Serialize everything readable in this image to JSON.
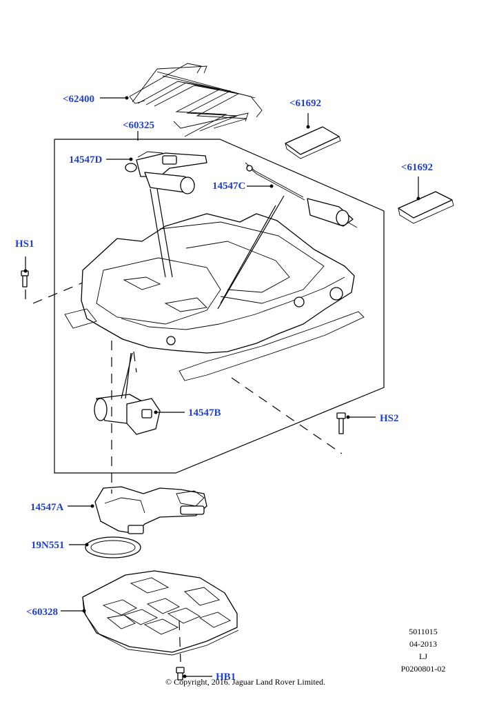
{
  "callouts": {
    "c62400": "<62400",
    "c60325": "<60325",
    "c61692a": "<61692",
    "c61692b": "<61692",
    "c14547D": "14547D",
    "c14547C": "14547C",
    "cHS1": "HS1",
    "c14547B": "14547B",
    "cHS2": "HS2",
    "c14547A": "14547A",
    "c19N551": "19N551",
    "c60328": "<60328",
    "cHB1": "HB1"
  },
  "meta": {
    "line1": "5011015",
    "line2": "04-2013",
    "line3": "LJ",
    "line4": "P0200801-02"
  },
  "copyright": "© Copyright, 2016. Jaguar Land Rover Limited.",
  "colors": {
    "label": "#1f3fd1",
    "line": "#000000",
    "background": "#ffffff"
  }
}
